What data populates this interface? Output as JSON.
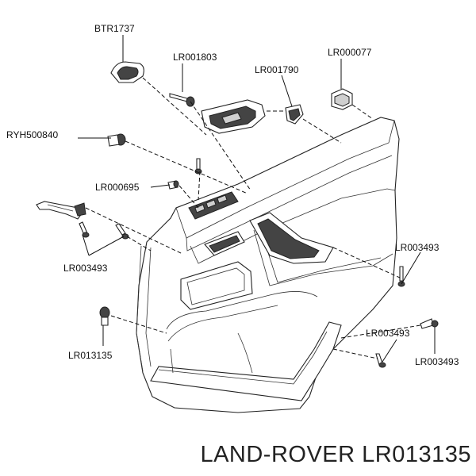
{
  "labels": {
    "btr1737": "BTR1737",
    "lr001803": "LR001803",
    "lr001790": "LR001790",
    "lr000077": "LR000077",
    "ryh500840": "RYH500840",
    "lr000695": "LR000695",
    "lr003493_left": "LR003493",
    "lr013135": "LR013135",
    "lr003493_right_top": "LR003493",
    "lr003493_right_mid": "LR003493",
    "lr003493_right_bottom": "LR003493"
  },
  "footer": {
    "brand_part": "LAND-ROVER LR013135"
  }
}
